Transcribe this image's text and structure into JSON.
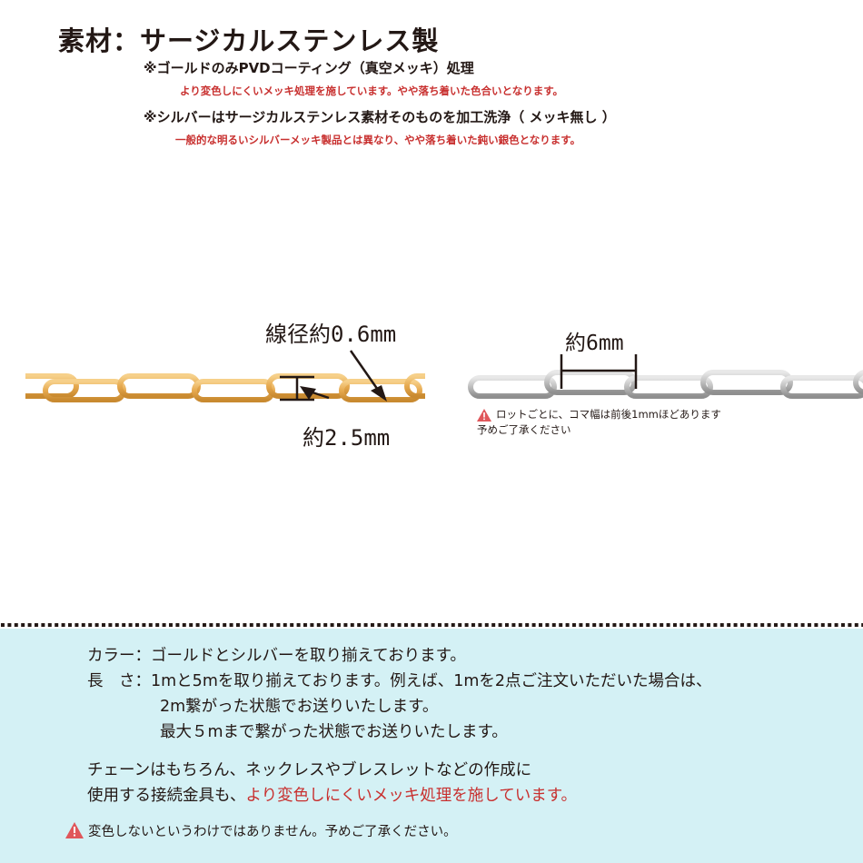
{
  "header": {
    "title": "素材：サージカルステンレス製",
    "note_gold": "※ゴールドのみPVDコーティング（真空メッキ）処理",
    "note_gold_red": "より変色しにくいメッキ処理を施しています。やや落ち着いた色合いとなります。",
    "note_silver": "※シルバーはサージカルステンレス素材そのものを加工洗浄（ メッキ無し ）",
    "note_silver_red": "一般的な明るいシルバーメッキ製品とは異なり、やや落ち着いた鈍い銀色となります。"
  },
  "diagram": {
    "wire_diameter": "線径約0.6mm",
    "link_width": "約2.5mm",
    "link_pitch": "約6mm",
    "lot_note_1": "ロットごとに、コマ幅は前後1mmほどあります",
    "lot_note_2": "予めご了承ください"
  },
  "colors": {
    "gold_chain": "#e8b25f",
    "silver_chain": "#c9c9c9",
    "accent_red": "#c8302f",
    "panel_bg": "#d4f1f5",
    "warning_icon": "#e0565a"
  },
  "info": {
    "color_line": "カラー：ゴールドとシルバーを取り揃えております。",
    "length_line": "長　さ：1mと5mを取り揃えております。例えば、1mを2点ご注文いただいた場合は、",
    "length_line2": "2m繋がった状態でお送りいたします。",
    "length_line3": "最大５mまで繋がった状態でお送りいたします。",
    "parts_line1": "チェーンはもちろん、ネックレスやブレスレットなどの作成に",
    "parts_line2_prefix": "使用する接続金具も、",
    "parts_line2_highlight": "より変色しにくいメッキ処理を施しています。",
    "disclaimer": "変色しないというわけではありません。予めご了承ください。"
  }
}
